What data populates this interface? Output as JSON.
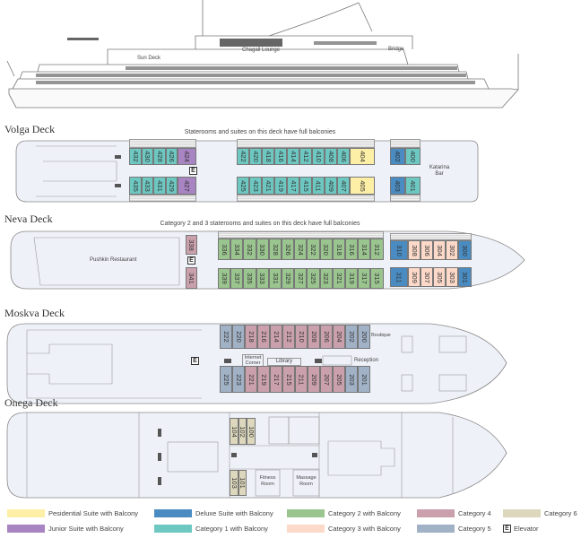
{
  "profile": {
    "labels": [
      "Sun Deck",
      "Chagall Lounge",
      "Bridge"
    ]
  },
  "colors": {
    "presidential": "#fdf0a6",
    "junior": "#a884c2",
    "deluxe": "#4a8cc2",
    "cat1": "#6ec8c2",
    "cat2": "#9ac58f",
    "cat3": "#fcd9c9",
    "cat4": "#caa0ad",
    "cat5": "#a1b1c6",
    "cat6": "#ddd8bd"
  },
  "decks": {
    "volga": {
      "title": "Volga Deck",
      "note": "Staterooms and suites on this deck have full balconies",
      "elevator": "E",
      "bar": "Katarina Bar",
      "rows": [
        [
          {
            "n": "432",
            "c": "cat1"
          },
          {
            "n": "430",
            "c": "cat1"
          },
          {
            "n": "428",
            "c": "cat1"
          },
          {
            "n": "426",
            "c": "cat1"
          },
          {
            "n": "424",
            "c": "junior"
          }
        ],
        [
          {
            "n": "422",
            "c": "cat1"
          },
          {
            "n": "420",
            "c": "cat1"
          },
          {
            "n": "418",
            "c": "cat1"
          },
          {
            "n": "416",
            "c": "cat1"
          },
          {
            "n": "414",
            "c": "cat1"
          },
          {
            "n": "412",
            "c": "cat1"
          },
          {
            "n": "410",
            "c": "cat1"
          },
          {
            "n": "408",
            "c": "cat1"
          },
          {
            "n": "406",
            "c": "cat1"
          },
          {
            "n": "404",
            "c": "presidential"
          }
        ],
        [
          {
            "n": "402",
            "c": "deluxe"
          },
          {
            "n": "400",
            "c": "cat1"
          }
        ],
        [
          {
            "n": "435",
            "c": "cat1"
          },
          {
            "n": "433",
            "c": "cat1"
          },
          {
            "n": "431",
            "c": "cat1"
          },
          {
            "n": "429",
            "c": "cat1"
          },
          {
            "n": "427",
            "c": "junior"
          }
        ],
        [
          {
            "n": "425",
            "c": "cat1"
          },
          {
            "n": "423",
            "c": "cat1"
          },
          {
            "n": "421",
            "c": "cat1"
          },
          {
            "n": "419",
            "c": "cat1"
          },
          {
            "n": "417",
            "c": "cat1"
          },
          {
            "n": "415",
            "c": "cat1"
          },
          {
            "n": "411",
            "c": "cat1"
          },
          {
            "n": "409",
            "c": "cat1"
          },
          {
            "n": "407",
            "c": "cat1"
          },
          {
            "n": "405",
            "c": "presidential"
          }
        ],
        [
          {
            "n": "403",
            "c": "deluxe"
          },
          {
            "n": "401",
            "c": "cat1"
          }
        ]
      ]
    },
    "neva": {
      "title": "Neva Deck",
      "note": "Category 2 and 3 staterooms and suites on this deck have full balconies",
      "elevator": "E",
      "restaurant": "Pushkin Restaurant",
      "rows": [
        [
          {
            "n": "338",
            "c": "cat4"
          }
        ],
        [
          {
            "n": "341",
            "c": "cat4"
          }
        ],
        [
          {
            "n": "336",
            "c": "cat2"
          },
          {
            "n": "334",
            "c": "cat2"
          },
          {
            "n": "332",
            "c": "cat2"
          },
          {
            "n": "330",
            "c": "cat2"
          },
          {
            "n": "328",
            "c": "cat2"
          },
          {
            "n": "326",
            "c": "cat2"
          },
          {
            "n": "324",
            "c": "cat2"
          },
          {
            "n": "322",
            "c": "cat2"
          },
          {
            "n": "320",
            "c": "cat2"
          },
          {
            "n": "318",
            "c": "cat2"
          },
          {
            "n": "316",
            "c": "cat2"
          },
          {
            "n": "314",
            "c": "cat2"
          },
          {
            "n": "312",
            "c": "cat2"
          }
        ],
        [
          {
            "n": "339",
            "c": "cat2"
          },
          {
            "n": "337",
            "c": "cat2"
          },
          {
            "n": "335",
            "c": "cat2"
          },
          {
            "n": "333",
            "c": "cat2"
          },
          {
            "n": "331",
            "c": "cat2"
          },
          {
            "n": "329",
            "c": "cat2"
          },
          {
            "n": "327",
            "c": "cat2"
          },
          {
            "n": "325",
            "c": "cat2"
          },
          {
            "n": "323",
            "c": "cat2"
          },
          {
            "n": "321",
            "c": "cat2"
          },
          {
            "n": "319",
            "c": "cat2"
          },
          {
            "n": "317",
            "c": "cat2"
          },
          {
            "n": "315",
            "c": "cat2"
          }
        ],
        [
          {
            "n": "310",
            "c": "deluxe"
          },
          {
            "n": "308",
            "c": "cat3"
          },
          {
            "n": "306",
            "c": "cat3"
          },
          {
            "n": "304",
            "c": "cat3"
          },
          {
            "n": "302",
            "c": "cat3"
          },
          {
            "n": "300",
            "c": "deluxe"
          }
        ],
        [
          {
            "n": "311",
            "c": "deluxe"
          },
          {
            "n": "309",
            "c": "cat3"
          },
          {
            "n": "307",
            "c": "cat3"
          },
          {
            "n": "305",
            "c": "cat3"
          },
          {
            "n": "303",
            "c": "cat3"
          },
          {
            "n": "301",
            "c": "deluxe"
          }
        ]
      ]
    },
    "moskva": {
      "title": "Moskva Deck",
      "elevator": "E",
      "internet": "Internet Corner",
      "library": "Library",
      "reception": "Reception",
      "boutique": "Boutique",
      "rows": [
        [
          {
            "n": "222",
            "c": "cat5"
          },
          {
            "n": "220",
            "c": "cat5"
          },
          {
            "n": "218",
            "c": "cat4"
          },
          {
            "n": "216",
            "c": "cat4"
          },
          {
            "n": "214",
            "c": "cat4"
          },
          {
            "n": "212",
            "c": "cat4"
          },
          {
            "n": "210",
            "c": "cat4"
          },
          {
            "n": "208",
            "c": "cat4"
          },
          {
            "n": "206",
            "c": "cat4"
          },
          {
            "n": "204",
            "c": "cat4"
          },
          {
            "n": "202",
            "c": "cat5"
          },
          {
            "n": "200",
            "c": "cat5"
          }
        ],
        [
          {
            "n": "225",
            "c": "cat5"
          },
          {
            "n": "223",
            "c": "cat5"
          },
          {
            "n": "221",
            "c": "cat4"
          },
          {
            "n": "219",
            "c": "cat4"
          },
          {
            "n": "217",
            "c": "cat4"
          },
          {
            "n": "215",
            "c": "cat4"
          },
          {
            "n": "211",
            "c": "cat4"
          },
          {
            "n": "209",
            "c": "cat4"
          },
          {
            "n": "207",
            "c": "cat4"
          },
          {
            "n": "205",
            "c": "cat4"
          },
          {
            "n": "203",
            "c": "cat5"
          },
          {
            "n": "201",
            "c": "cat5"
          }
        ]
      ]
    },
    "onega": {
      "title": "Onega Deck",
      "fitness": "Fitness Room",
      "massage": "Massage Room",
      "rows": [
        [
          {
            "n": "104",
            "c": "cat6"
          },
          {
            "n": "102",
            "c": "cat6"
          },
          {
            "n": "100",
            "c": "cat6"
          }
        ],
        [
          {
            "n": "103",
            "c": "cat6"
          },
          {
            "n": "101",
            "c": "cat6"
          }
        ]
      ]
    }
  },
  "legend": [
    {
      "label": "Pesidential Suite with Balcony",
      "c": "presidential"
    },
    {
      "label": "Junior Suite with Balcony",
      "c": "junior"
    },
    {
      "label": "Deluxe Suite with Balcony",
      "c": "deluxe"
    },
    {
      "label": "Category 1 with Balcony",
      "c": "cat1"
    },
    {
      "label": "Category 2 with Balcony",
      "c": "cat2"
    },
    {
      "label": "Category 3 with Balcony",
      "c": "cat3"
    },
    {
      "label": "Category 4",
      "c": "cat4"
    },
    {
      "label": "Category 5",
      "c": "cat5"
    },
    {
      "label": "Category 6",
      "c": "cat6"
    },
    {
      "label": "Elevator",
      "icon": "E"
    }
  ]
}
